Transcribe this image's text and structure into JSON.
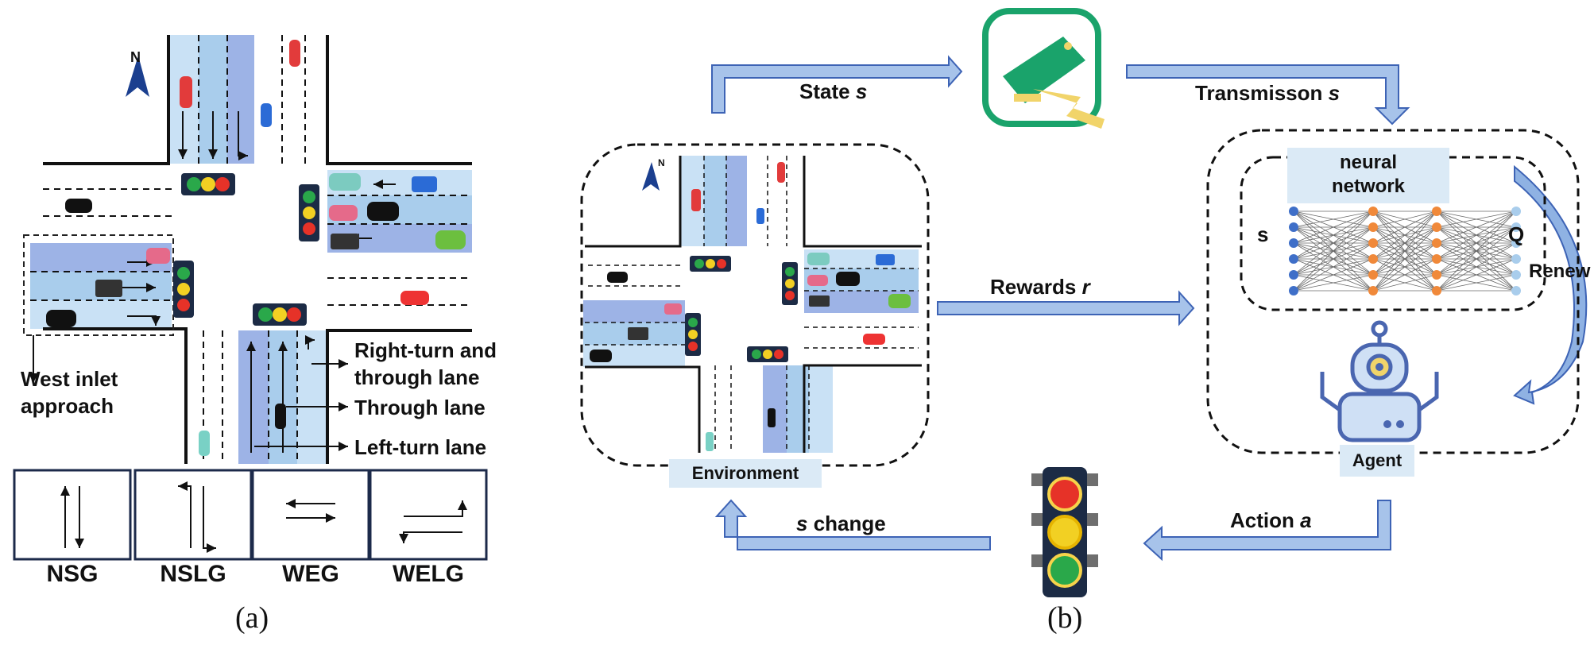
{
  "panel_a": {
    "compass": "N",
    "west_inlet_label": "West inlet\napproach",
    "lane_labels": {
      "right_through": "Right-turn and\nthrough lane",
      "through": "Through lane",
      "left_turn": "Left-turn lane"
    },
    "phases": [
      "NSG",
      "NSLG",
      "WEG",
      "WELG"
    ],
    "caption": "(a)"
  },
  "panel_b": {
    "compass": "N",
    "state_label": "State",
    "state_var": "s",
    "transmission_label": "Transmisson",
    "transmission_var": "s",
    "neural_network_label": "neural\nnetwork",
    "nn_input": "s",
    "nn_output": "Q",
    "renew_label": "Renew",
    "rewards_label": "Rewards",
    "rewards_var": "r",
    "environment_label": "Environment",
    "agent_label": "Agent",
    "action_label": "Action",
    "action_var": "a",
    "change_var": "s",
    "change_label": "change",
    "caption": "(b)"
  },
  "colors": {
    "lane_light": "#c9e1f5",
    "lane_mid": "#a9cdec",
    "lane_dark": "#9db3e6",
    "arrow_fill": "#a7c3ea",
    "arrow_stroke": "#3d63b5",
    "camera_green": "#1aa36b",
    "camera_yellow": "#f1d46a",
    "light_red": "#e63228",
    "light_yellow": "#f2d023",
    "light_green": "#2aa84a",
    "agent_blue": "#4a66b0",
    "node_blue": "#3f6fc8",
    "node_orange": "#f0893a"
  }
}
